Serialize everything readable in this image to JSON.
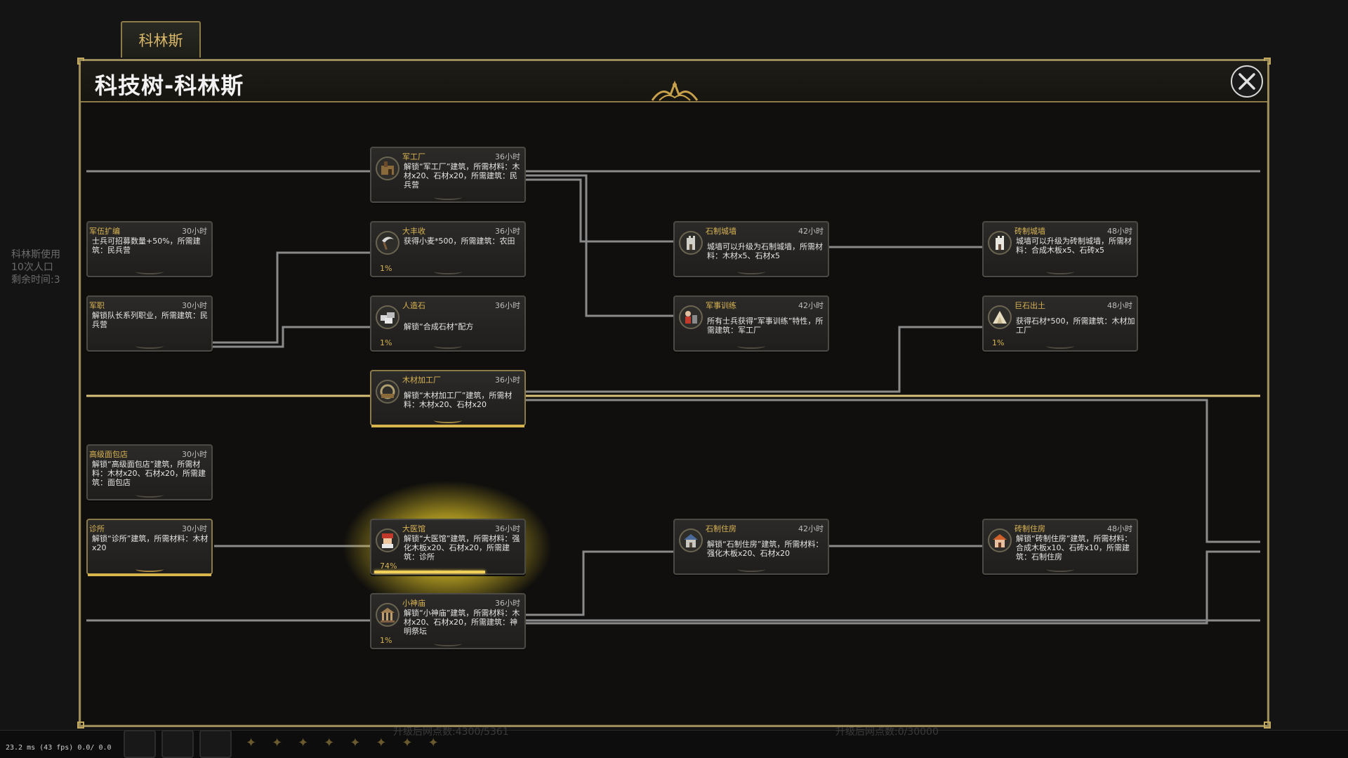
{
  "city_tab": "科林斯",
  "title": "科技树-科林斯",
  "background": {
    "left_text": [
      "科林斯使用",
      "10次人口",
      "剩余时间:3"
    ],
    "bottom_left_faded": "升级后网点数:4300/5361",
    "bottom_right_faded": "升级后网点数:0/30000",
    "fps": "23.2 ms (43 fps) 0.0/ 0.0"
  },
  "nodes": [
    {
      "id": "jungongchang",
      "name": "军工厂",
      "time": "36小时",
      "desc": "解锁“军工厂”建筑，所需材料：木材x20、石材x20，所需建筑：民兵营",
      "icon": "factory-icon",
      "pct": ""
    },
    {
      "id": "dafengshou",
      "name": "大丰收",
      "time": "36小时",
      "desc": "获得小麦*500，所需建筑：农田",
      "icon": "sickle-icon",
      "pct": "1%"
    },
    {
      "id": "renzaoshi",
      "name": "人造石",
      "time": "36小时",
      "desc": "解锁“合成石材”配方",
      "icon": "stone-icon",
      "pct": "1%"
    },
    {
      "id": "mucaijiagong",
      "name": "木材加工厂",
      "time": "36小时",
      "desc": "解锁“木材加工厂”建筑，所需材料：木材x20、石材x20",
      "icon": "sawmill-icon",
      "pct": ""
    },
    {
      "id": "dayiguan",
      "name": "大医馆",
      "time": "36小时",
      "desc": "解锁“大医馆”建筑，所需材料：强化木板x20、石材x20，所需建筑：诊所",
      "icon": "doctor-icon",
      "pct": "74%",
      "progress": 0.74
    },
    {
      "id": "xiaoshenmiao",
      "name": "小神庙",
      "time": "36小时",
      "desc": "解锁“小神庙”建筑，所需材料：木材x20、石材x20，所需建筑：神明祭坛",
      "icon": "temple-icon",
      "pct": "1%"
    },
    {
      "id": "junwukuobian",
      "name": "军伍扩编",
      "time": "30小时",
      "desc": "士兵可招募数量+50%，所需建筑：民兵营",
      "icon": "",
      "pct": ""
    },
    {
      "id": "junzhi",
      "name": "军职",
      "time": "30小时",
      "desc": "解锁队长系列职业，所需建筑：民兵营",
      "icon": "",
      "pct": ""
    },
    {
      "id": "gaojimianbao",
      "name": "高级面包店",
      "time": "30小时",
      "desc": "解锁“高级面包店”建筑，所需材料：木材x20、石材x20，所需建筑：面包店",
      "icon": "",
      "pct": ""
    },
    {
      "id": "zhensuo",
      "name": "诊所",
      "time": "30小时",
      "desc": "解锁“诊所”建筑，所需材料：木材x20",
      "icon": "",
      "pct": ""
    },
    {
      "id": "shizhichengqiang",
      "name": "石制城墙",
      "time": "42小时",
      "desc": "城墙可以升级为石制城墙，所需材料：木材x5、石材x5",
      "icon": "stone-wall-icon",
      "pct": ""
    },
    {
      "id": "junshixunlian",
      "name": "军事训练",
      "time": "42小时",
      "desc": "所有士兵获得“军事训练”特性，所需建筑：军工厂",
      "icon": "training-icon",
      "pct": ""
    },
    {
      "id": "shizhizhufang",
      "name": "石制住房",
      "time": "42小时",
      "desc": "解锁“石制住房”建筑，所需材料：强化木板x20、石材x20",
      "icon": "stone-house-icon",
      "pct": ""
    },
    {
      "id": "zhuanzhichengqiang",
      "name": "砖制城墙",
      "time": "48小时",
      "desc": "城墙可以升级为砖制城墙，所需材料：合成木板x5、石砖x5",
      "icon": "brick-wall-icon",
      "pct": ""
    },
    {
      "id": "jushichutu",
      "name": "巨石出土",
      "time": "48小时",
      "desc": "获得石材*500，所需建筑：木材加工厂",
      "icon": "boulder-icon",
      "pct": "1%"
    },
    {
      "id": "zhuanzhizhufang",
      "name": "砖制住房",
      "time": "48小时",
      "desc": "解锁“砖制住房”建筑，所需材料：合成木板x10、石砖x10，所需建筑：石制住房",
      "icon": "brick-house-icon",
      "pct": ""
    }
  ],
  "colors": {
    "gold": "#d9b453",
    "active_line": "#d8c27a",
    "line": "#8a8a8a",
    "glow": "#f2d15a"
  }
}
